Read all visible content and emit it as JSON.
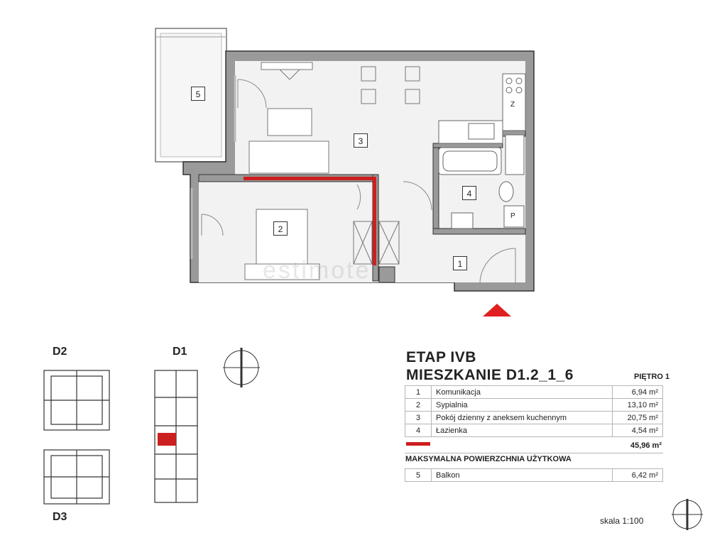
{
  "rooms": [
    {
      "number": "1",
      "name": "Komunikacja",
      "area": "6,94",
      "unit": "m²"
    },
    {
      "number": "2",
      "name": "Sypialnia",
      "area": "13,10",
      "unit": "m²"
    },
    {
      "number": "3",
      "name": "Pokój dzienny z aneksem kuchennym",
      "area": "20,75",
      "unit": "m²"
    },
    {
      "number": "4",
      "name": "Łazienka",
      "area": "4,54",
      "unit": "m²"
    }
  ],
  "balcony": {
    "number": "5",
    "name": "Balkon",
    "area": "6,42",
    "unit": "m²"
  },
  "total_area": "45,96 m²",
  "max_area_label": "MAKSYMALNA POWIERZCHNIA UŻYTKOWA",
  "etap": "ETAP IVB",
  "apartment": "MIESZKANIE D1.2_1_6",
  "floor": "PIĘTRO 1",
  "scale": "skala 1:100",
  "fixtures": {
    "fridge": "Z",
    "washer": "P"
  },
  "key_plan": {
    "d2": "D2",
    "d1": "D1",
    "d3": "D3"
  },
  "watermark": "estimote",
  "colors": {
    "highlight": "#cc1f1f",
    "wall": "#9a9a9a",
    "wall_outline": "#333333"
  }
}
